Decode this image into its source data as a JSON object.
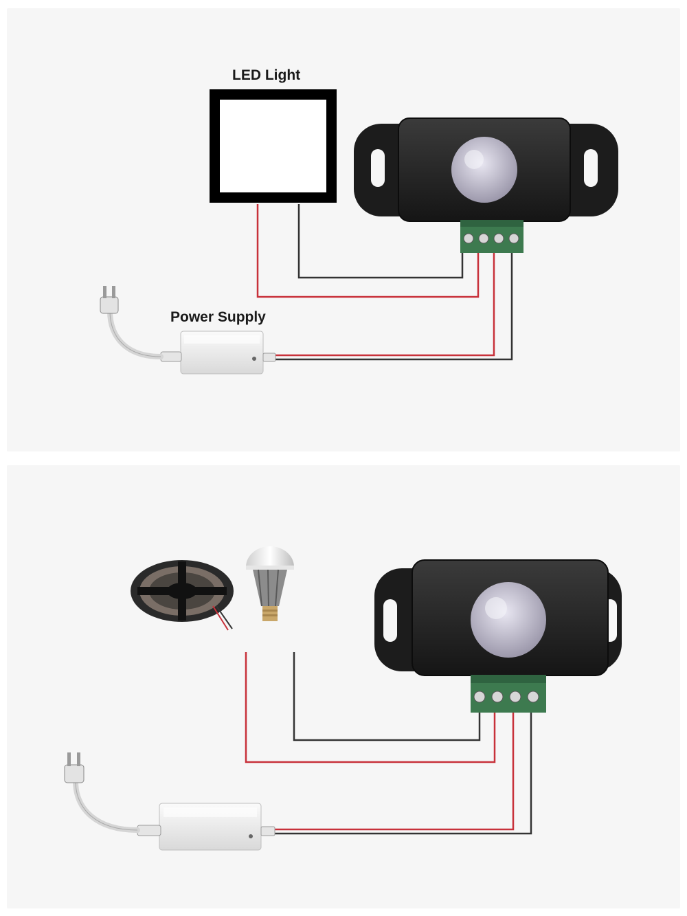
{
  "top_diagram": {
    "led_label": "LED Light",
    "power_label": "Power Supply"
  },
  "bottom_diagram": {
    "loads": [
      "led-strip-reel",
      "led-bulb"
    ]
  },
  "colors": {
    "wire_red": "#c8313a",
    "wire_black": "#333333",
    "sensor_body": "#1f1f1f",
    "terminal_green": "#3d7a4f",
    "supply_body": "#f2f2f2"
  }
}
